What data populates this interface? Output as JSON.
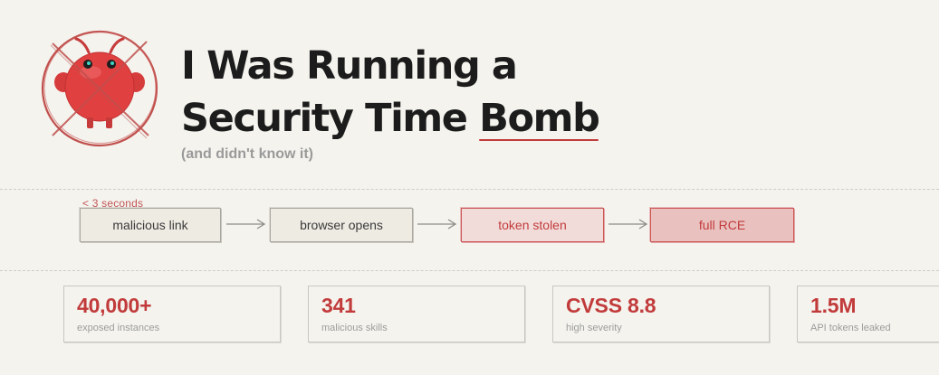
{
  "header": {
    "title_line1": "I Was Running a",
    "title_line2_prefix": "Security Time",
    "title_line2_highlight": "Bomb",
    "subtitle": "(and didn't know it)"
  },
  "logo": {
    "icon": "crossed-out-red-lobster-mascot-icon"
  },
  "flow": {
    "note": "< 3 seconds",
    "steps": [
      {
        "label": "malicious link",
        "severity": "neutral"
      },
      {
        "label": "browser opens",
        "severity": "neutral"
      },
      {
        "label": "token stolen",
        "severity": "danger"
      },
      {
        "label": "full RCE",
        "severity": "danger"
      }
    ]
  },
  "stats": [
    {
      "value": "40,000+",
      "label": "exposed instances"
    },
    {
      "value": "341",
      "label": "malicious skills"
    },
    {
      "value": "CVSS 8.8",
      "label": "high severity"
    },
    {
      "value": "1.5M",
      "label": "API tokens leaked"
    }
  ],
  "colors": {
    "background": "#f4f3ee",
    "accent_red": "#c23b3b",
    "title_text": "#1c1c1c",
    "muted_text": "#9a9a9a"
  }
}
